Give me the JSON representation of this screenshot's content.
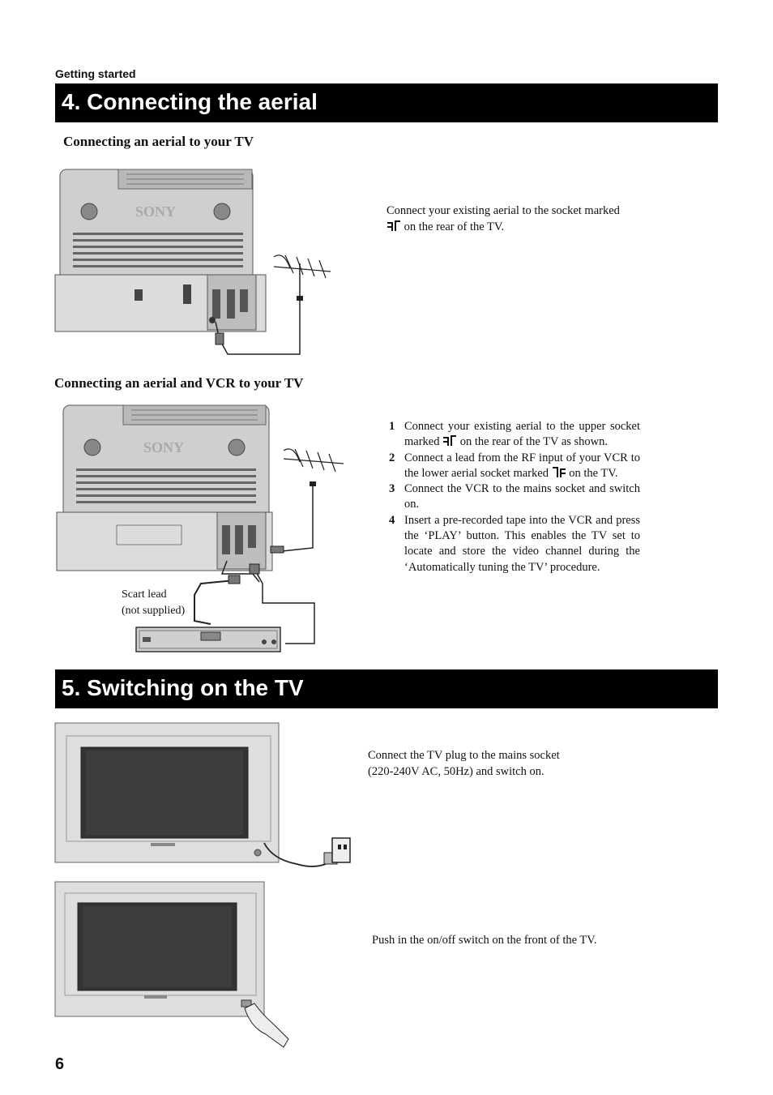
{
  "header": {
    "section_label": "Getting started"
  },
  "section4": {
    "title": "4. Connecting the aerial",
    "sub1": {
      "heading": "Connecting an aerial to your TV",
      "text_before_symbol": "Connect your existing aerial to the socket marked",
      "text_after_symbol": "on the rear of the TV.",
      "illustration_brand": "SONY"
    },
    "sub2": {
      "heading": "Connecting an aerial and VCR to your TV",
      "illustration_brand": "SONY",
      "scart_label_line1": "Scart lead",
      "scart_label_line2": "(not supplied)",
      "steps": [
        {
          "num": "1",
          "before": "Connect your existing aerial to the upper socket marked",
          "after": "on the rear of the TV as shown."
        },
        {
          "num": "2",
          "before": "Connect a lead from the RF input of your VCR to the lower aerial socket marked",
          "after": "on the TV."
        },
        {
          "num": "3",
          "text": "Connect the VCR to the mains socket and switch on."
        },
        {
          "num": "4",
          "text": "Insert a pre-recorded tape into the VCR and press the ‘PLAY’ button. This enables the TV set to locate and store the video channel during the ‘Automatically tuning the TV’ procedure."
        }
      ]
    }
  },
  "section5": {
    "title": "5. Switching on the TV",
    "text1_line1": "Connect the TV plug to the mains socket",
    "text1_line2": "(220-240V AC, 50Hz) and switch on.",
    "text2": "Push in the on/off switch on the front of the TV."
  },
  "footer": {
    "page_number": "6"
  },
  "colors": {
    "banner_bg": "#000000",
    "banner_text": "#ffffff",
    "illustration_gray": "#c9c9c9"
  }
}
